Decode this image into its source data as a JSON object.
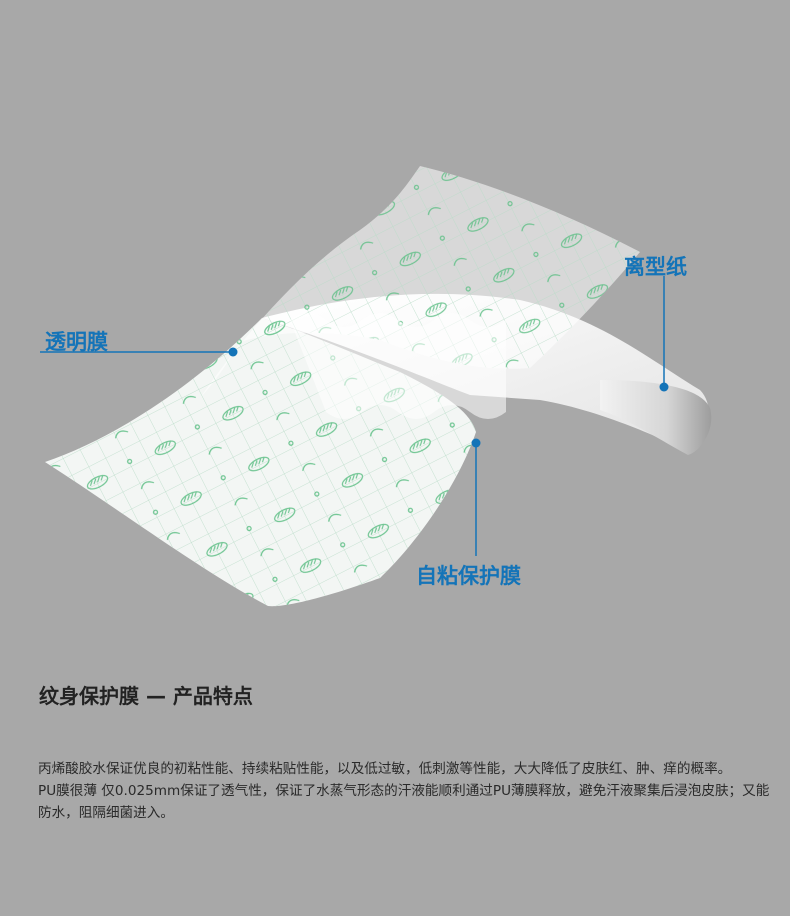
{
  "labels": {
    "transparent_film": "透明膜",
    "release_paper": "离型纸",
    "adhesive_film": "自粘保护膜"
  },
  "section_title": "纹身保护膜 — 产品特点",
  "description": [
    "丙烯酸胶水保证优良的初粘性能、持续粘贴性能，以及低过敏，低刺激等性能，大大降低了皮肤红、肿、痒的概率。",
    "PU膜很薄 仅0.025mm保证了透气性，保证了水蒸气形态的汗液能顺利通过PU薄膜释放，避免汗液聚集后浸泡皮肤；又能防水，阻隔细菌进入。"
  ],
  "colors": {
    "background": "#a8a8a8",
    "accent": "#1474b8",
    "grid": "#9fd3b5",
    "sheet": "#f4f7f5"
  }
}
